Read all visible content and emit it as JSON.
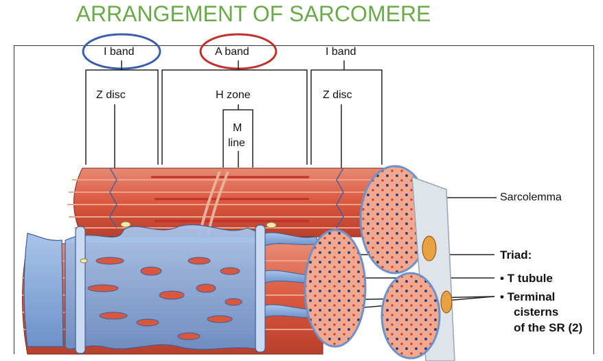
{
  "title": "ARRANGEMENT OF SARCOMERE",
  "labels": {
    "i_band_left": "I band",
    "a_band": "A band",
    "i_band_right": "I band",
    "z_disc_left": "Z disc",
    "h_zone": "H zone",
    "m_line_1": "M",
    "m_line_2": "line",
    "z_disc_right": "Z disc",
    "sarcolemma": "Sarcolemma",
    "triad": "Triad:",
    "t_tubule": "• T tubule",
    "terminal_1": "• Terminal",
    "terminal_2": "cisterns",
    "terminal_3": "of the SR (2)"
  },
  "colors": {
    "title": "#6aaa4a",
    "i_band_circle": "#3a5fa8",
    "a_band_circle": "#c0302a",
    "myofibril": "#d9573f",
    "sarcoplasmic_reticulum": "#7fa3d6"
  }
}
